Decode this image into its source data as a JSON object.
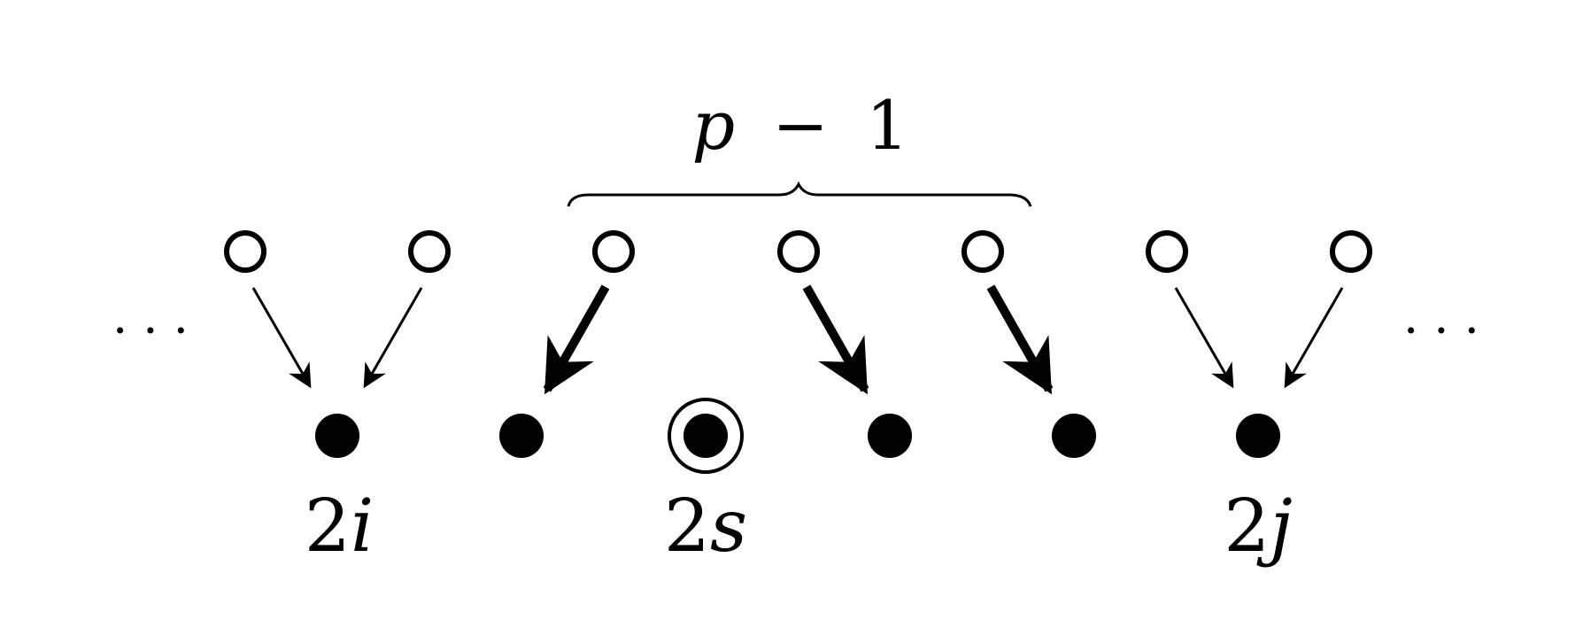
{
  "diagram": {
    "brace_label": {
      "var": "p",
      "op": "−",
      "num": "1"
    },
    "left_ellipsis": "· · ·",
    "right_ellipsis": "· · ·",
    "labels": [
      {
        "num": "2",
        "var": "i"
      },
      {
        "num": "2",
        "var": "s"
      },
      {
        "num": "2",
        "var": "j"
      }
    ],
    "colors": {
      "ink": "#000000",
      "background": "#ffffff"
    }
  }
}
